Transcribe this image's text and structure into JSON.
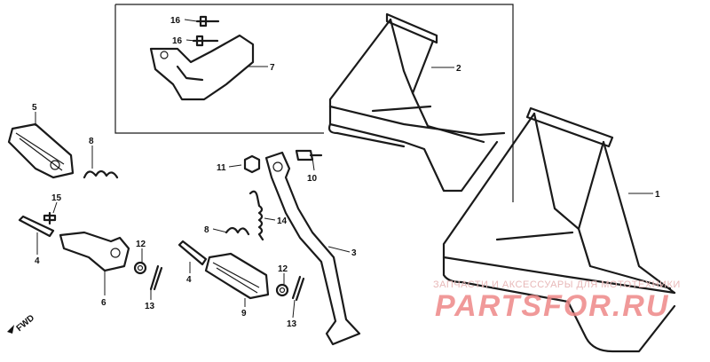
{
  "callouts": {
    "c1": "1",
    "c2": "2",
    "c3": "3",
    "c4a": "4",
    "c4b": "4",
    "c5": "5",
    "c6": "6",
    "c7": "7",
    "c8a": "8",
    "c8b": "8",
    "c9": "9",
    "c10": "10",
    "c11": "11",
    "c12a": "12",
    "c12b": "12",
    "c13a": "13",
    "c13b": "13",
    "c14": "14",
    "c15": "15",
    "c16a": "16",
    "c16b": "16"
  },
  "watermark": {
    "line1": "ЗАПЧАСТИ И АКСЕССУАРЫ ДЛЯ МОТОТЕХНИКИ",
    "line2": "PARTSFOR.RU"
  },
  "forward_label": "FWD"
}
